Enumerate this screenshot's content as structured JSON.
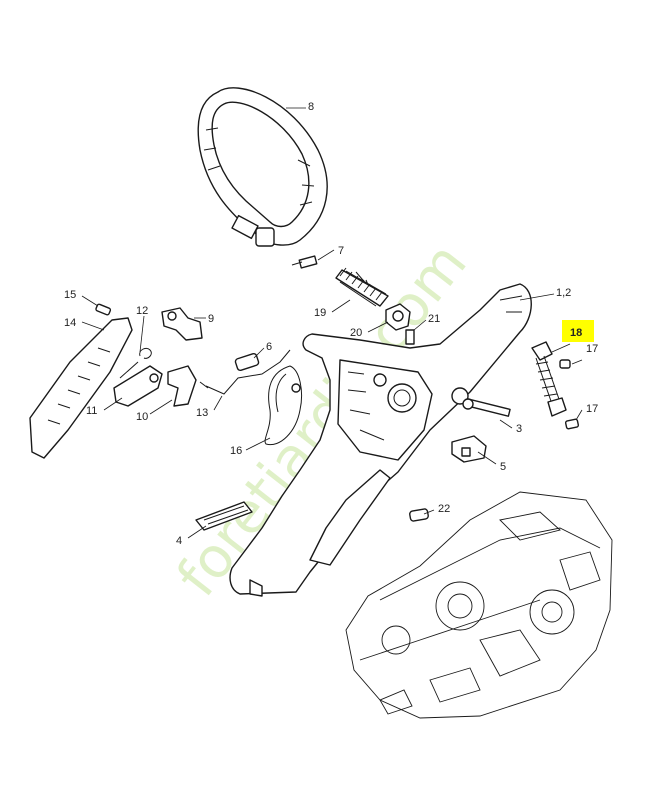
{
  "watermark": "foretjardin.com",
  "highlight_color": "#ffff00",
  "parts": {
    "p1_2": "1,2",
    "p3": "3",
    "p4": "4",
    "p5": "5",
    "p6": "6",
    "p7": "7",
    "p8": "8",
    "p9": "9",
    "p10": "10",
    "p11": "11",
    "p12": "12",
    "p13": "13",
    "p14": "14",
    "p15": "15",
    "p16": "16",
    "p17a": "17",
    "p17b": "17",
    "p18": "18",
    "p19": "19",
    "p20": "20",
    "p21": "21",
    "p22": "22"
  }
}
